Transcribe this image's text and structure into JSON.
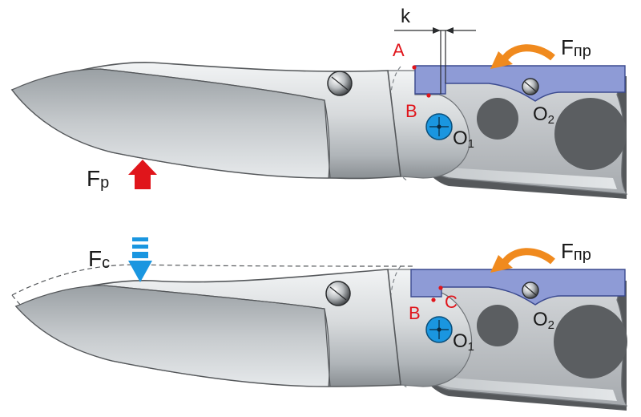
{
  "colors": {
    "blade_light": "#e9ecee",
    "blade_mid": "#aeb3b7",
    "blade_dark": "#7d8287",
    "handle_light": "#c9cccf",
    "handle_dark": "#55585b",
    "hole": "#5b5e61",
    "lock_bar": "#8e9bd6",
    "pivot_blue": "#1a96e0",
    "arrow_orange": "#f08a1e",
    "arrow_red": "#e0151b",
    "arrow_blue": "#1a96e0",
    "label_red": "#e0151b",
    "label_black": "#1a1a1a"
  },
  "top": {
    "k": "k",
    "a": "A",
    "b": "B",
    "o1": "O",
    "o1_sub": "1",
    "o2": "O",
    "o2_sub": "2",
    "fpr": "F",
    "fpr_sub": "пр",
    "fp": "F",
    "fp_sub": "р"
  },
  "bottom": {
    "fc": "F",
    "fc_sub": "с",
    "b": "B",
    "c": "C",
    "o1": "O",
    "o1_sub": "1",
    "o2": "O",
    "o2_sub": "2",
    "fpr": "F",
    "fpr_sub": "пр"
  }
}
